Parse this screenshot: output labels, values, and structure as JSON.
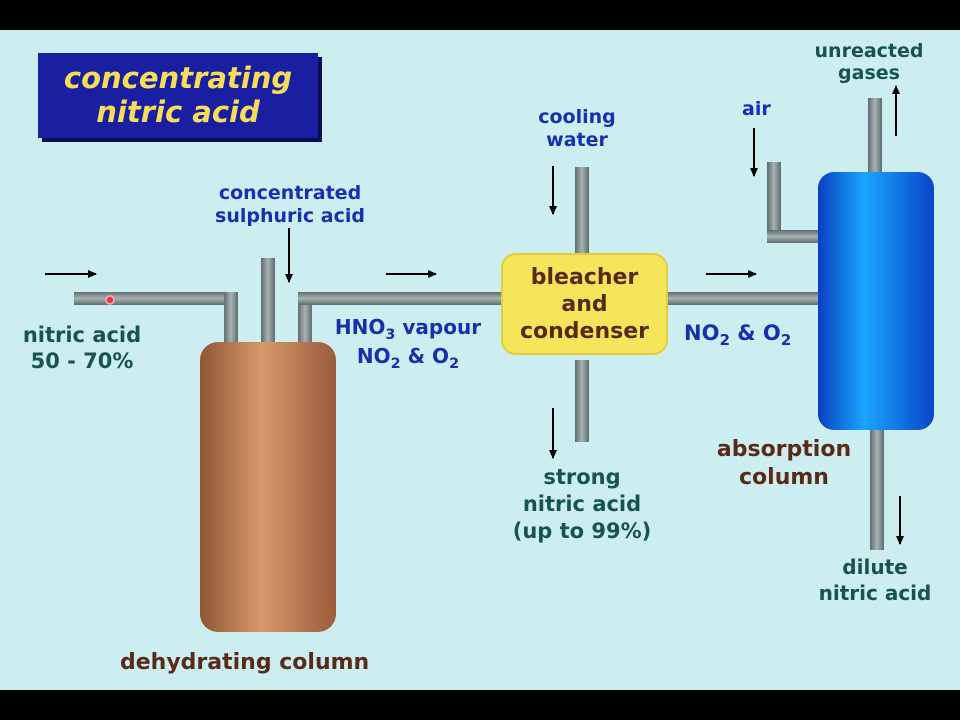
{
  "title": {
    "line1": "concentrating",
    "line2": "nitric acid"
  },
  "labels": {
    "nitric_acid_in": {
      "line1": "nitric acid",
      "line2": "50 - 70%"
    },
    "sulphuric_acid": {
      "line1": "concentrated",
      "line2": "sulphuric acid"
    },
    "hno3_vapour": {
      "hno": "HNO",
      "hno_sub": "3",
      "vapour": " vapour",
      "no": "NO",
      "no_sub": "2",
      "amp": " & O",
      "o_sub": "2"
    },
    "cooling_water": {
      "line1": "cooling",
      "line2": "water"
    },
    "bleacher": {
      "line1": "bleacher",
      "line2": "and",
      "line3": "condenser"
    },
    "no2_o2": {
      "no": "NO",
      "no_sub": "2",
      "amp": " & O",
      "o_sub": "2"
    },
    "air": "air",
    "unreacted_gases": {
      "line1": "unreacted",
      "line2": "gases"
    },
    "strong_acid": {
      "line1": "strong",
      "line2": "nitric acid",
      "line3": "(up to 99%)"
    },
    "absorption_column": {
      "line1": "absorption",
      "line2": "column"
    },
    "dilute_acid": {
      "line1": "dilute",
      "line2": "nitric acid"
    },
    "dehydrating_column": "dehydrating column"
  },
  "colors": {
    "background": "#cdeef0",
    "pipe": "#7e8b8c",
    "title_box": "#1a1ea0",
    "title_text": "#f6de5a",
    "dehydrating_column": "#c98a5e",
    "condenser_box": "#f6e55a",
    "absorption_column": "#1070e8"
  }
}
